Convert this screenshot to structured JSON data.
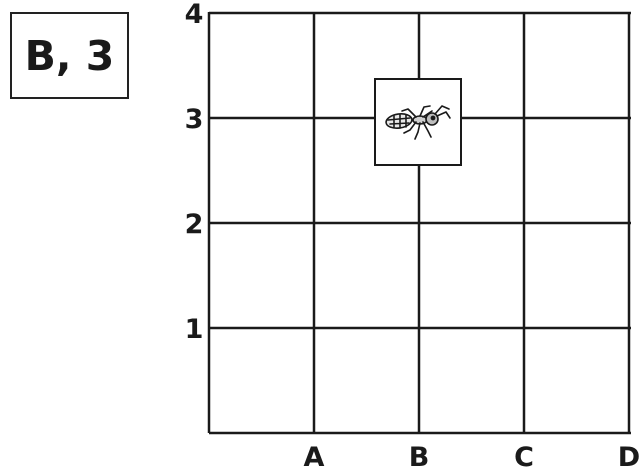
{
  "coordinate_label": "B, 3",
  "grid": {
    "x_labels": [
      "A",
      "B",
      "C",
      "D"
    ],
    "y_labels": [
      "1",
      "2",
      "3",
      "4"
    ],
    "marker": {
      "x": "B",
      "y": "3",
      "icon": "ant-icon"
    }
  },
  "colors": {
    "line": "#1a1a1a",
    "background": "#ffffff"
  }
}
